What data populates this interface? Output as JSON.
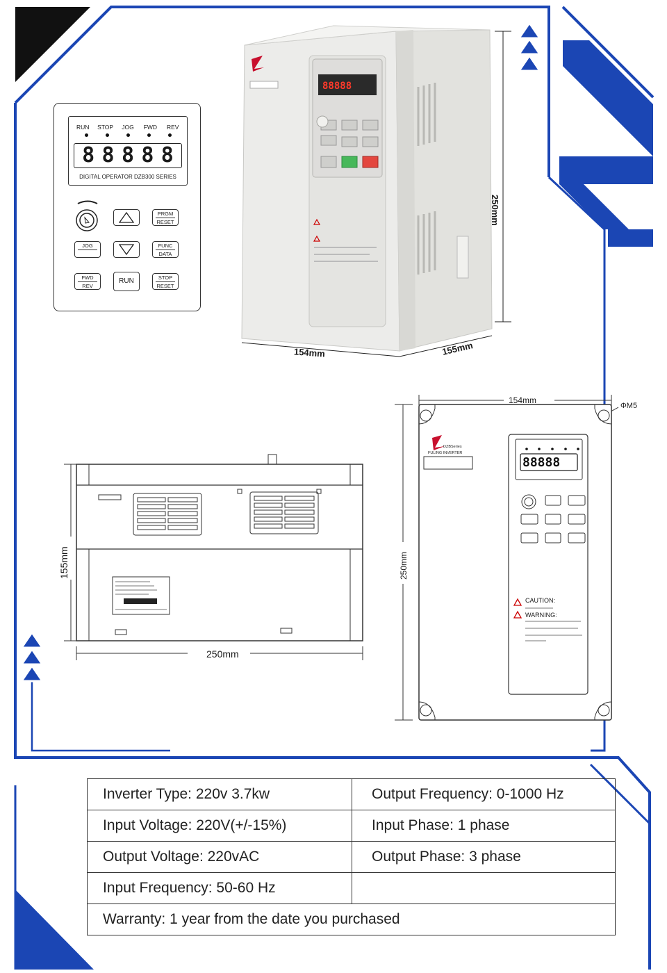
{
  "keypad": {
    "leds": [
      "RUN",
      "STOP",
      "JOG",
      "FWD",
      "REV"
    ],
    "display_digits": [
      "8",
      "8",
      "8",
      "8",
      "8"
    ],
    "display_caption": "DIGITAL OPERATOR DZB300 SERIES",
    "buttons": {
      "prgm": "PRGM",
      "reset": "RESET",
      "jog": "JOG",
      "func": "FUNC",
      "data": "DATA",
      "fwd": "FWD",
      "rev": "REV",
      "run": "RUN",
      "stop": "STOP",
      "stop_reset": "RESET"
    }
  },
  "dimensions": {
    "photo_height": "250mm",
    "photo_width": "154mm",
    "photo_depth": "155mm",
    "side_height": "155mm",
    "side_width": "250mm",
    "front_width": "154mm",
    "front_height": "250mm",
    "mount_hole": "ΦM5"
  },
  "product_labels": {
    "brand_series": "DZBSeries",
    "brand_name": "FULING INVERTER",
    "caution": "CAUTION:",
    "warning": "WARNING:"
  },
  "specs": {
    "inverter_type": "Inverter Type: 220v 3.7kw",
    "output_frequency": "Output Frequency: 0-1000 Hz",
    "input_voltage": "Input Voltage: 220V(+/-15%)",
    "input_phase": "Input Phase: 1 phase",
    "output_voltage": "Output Voltage: 220vAC",
    "output_phase": "Output Phase: 3 phase",
    "input_frequency": "Input Frequency: 50-60 Hz",
    "warranty": "Warranty: 1 year from the date you purchased"
  },
  "colors": {
    "frame_blue": "#1b46b4",
    "corner_black": "#111111",
    "housing": "#ececec"
  }
}
